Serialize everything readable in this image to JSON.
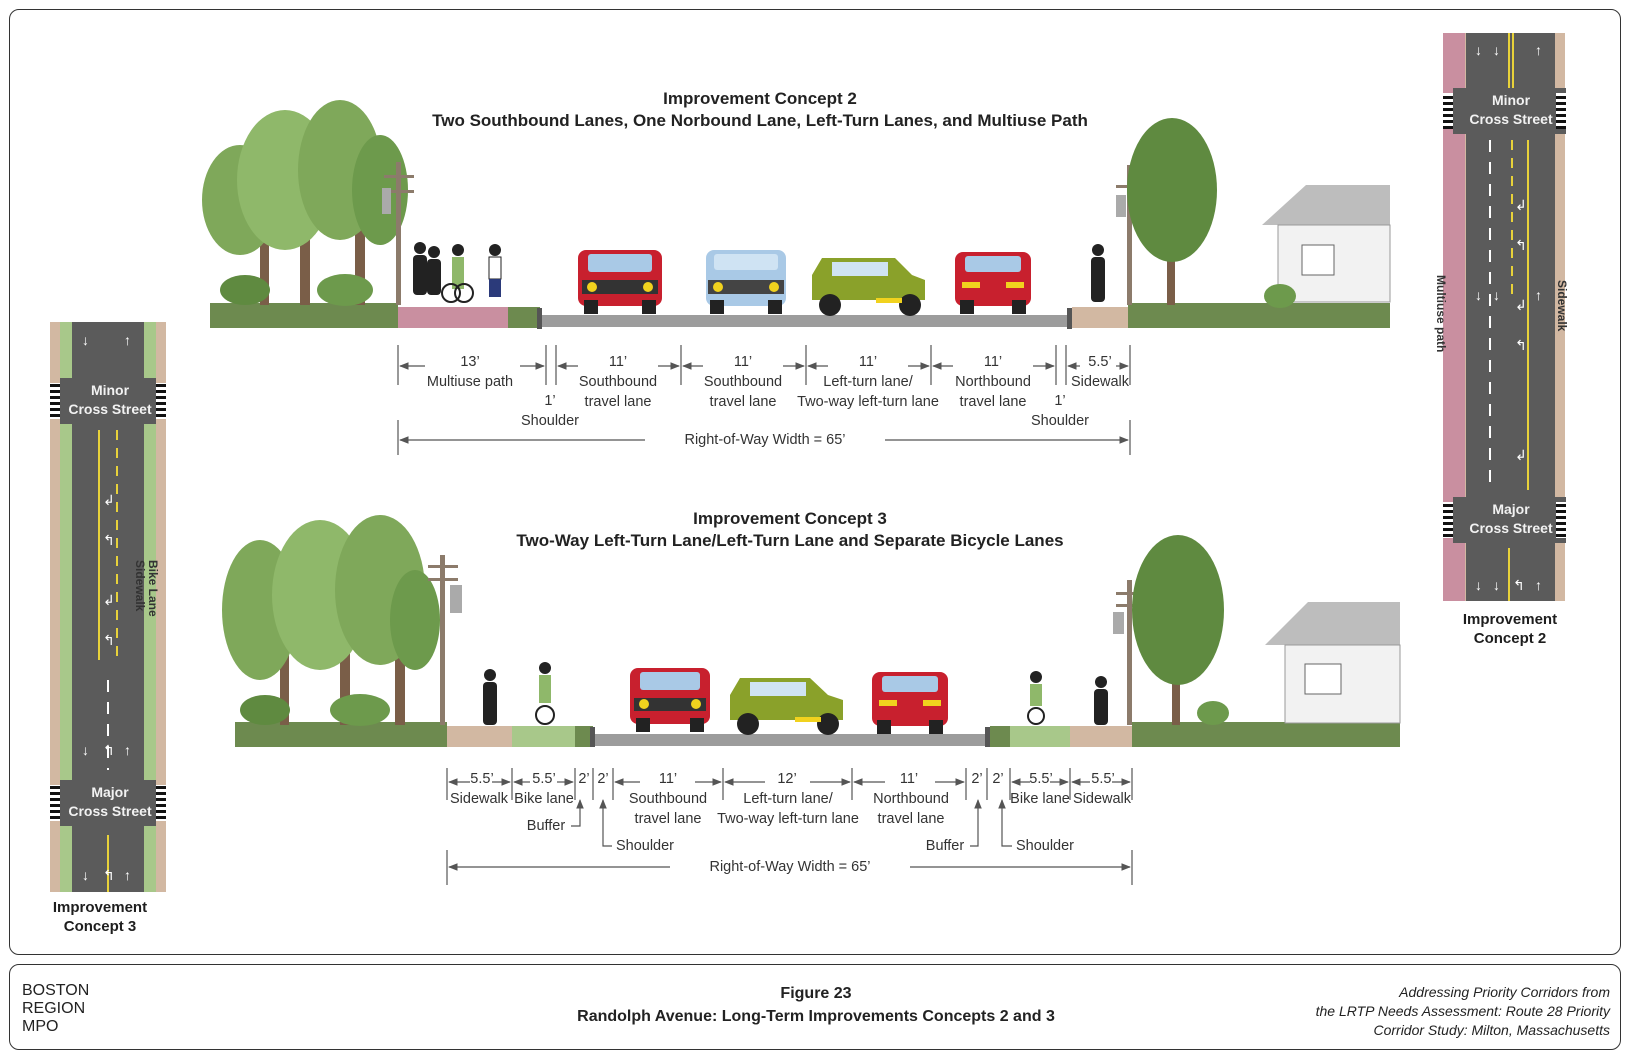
{
  "concept2": {
    "title": "Improvement Concept 2",
    "subtitle": "Two Southbound Lanes, One Norbound Lane, Left-Turn Lanes, and Multiuse Path",
    "dims": [
      {
        "w": "13’",
        "label": "Multiuse path"
      },
      {
        "w": "11’",
        "label": "Southbound\ntravel lane"
      },
      {
        "w": "11’",
        "label": "Southbound\ntravel lane"
      },
      {
        "w": "11’",
        "label": "Left-turn lane/\nTwo-way left-turn lane"
      },
      {
        "w": "11’",
        "label": "Northbound\ntravel lane"
      },
      {
        "w": "5.5’",
        "label": "Sidewalk"
      }
    ],
    "shoulder_left": "1’\nShoulder",
    "shoulder_right": "1’\nShoulder",
    "row_width": "Right-of-Way Width = 65’"
  },
  "concept3": {
    "title": "Improvement Concept 3",
    "subtitle": "Two-Way Left-Turn Lane/Left-Turn Lane and Separate Bicycle Lanes",
    "dims": [
      {
        "w": "5.5’",
        "label": "Sidewalk"
      },
      {
        "w": "5.5’",
        "label": "Bike lane"
      },
      {
        "w": "2’",
        "label": ""
      },
      {
        "w": "2’",
        "label": ""
      },
      {
        "w": "11’",
        "label": "Southbound\ntravel lane"
      },
      {
        "w": "12’",
        "label": "Left-turn lane/\nTwo-way left-turn lane"
      },
      {
        "w": "11’",
        "label": "Northbound\ntravel lane"
      },
      {
        "w": "2’",
        "label": ""
      },
      {
        "w": "2’",
        "label": ""
      },
      {
        "w": "5.5’",
        "label": "Bike lane"
      },
      {
        "w": "5.5’",
        "label": "Sidewalk"
      }
    ],
    "buffer": "Buffer",
    "shoulder": "Shoulder",
    "row_width": "Right-of-Way Width = 65’"
  },
  "left_plan": {
    "minor": "Minor\nCross Street",
    "major": "Major\nCross Street",
    "side_labels": [
      "Sidewalk",
      "Bike Lane"
    ],
    "caption": "Improvement\nConcept 3"
  },
  "right_plan": {
    "minor": "Minor\nCross Street",
    "major": "Major\nCross Street",
    "multiuse": "Multiuse path",
    "sidewalk": "Sidewalk",
    "caption": "Improvement\nConcept 2"
  },
  "footer": {
    "org": "BOSTON\nREGION\nMPO",
    "figure": "Figure 23",
    "caption": "Randolph Avenue: Long-Term Improvements Concepts 2 and 3",
    "right": "Addressing Priority Corridors from\nthe LRTP Needs Assessment: Route 28 Priority\nCorridor Study: Milton, Massachusetts"
  },
  "colors": {
    "pavement": "#9c9c9c",
    "grass": "#6d8a4f",
    "sidewalk": "#d2b8a2",
    "multiuse_path": "#c98fa0",
    "bike_lane": "#a8c88a",
    "car_red": "#c8202e",
    "car_blue": "#a9c9e6",
    "car_green": "#8aa12a",
    "tree_green": "#7fa85a"
  }
}
